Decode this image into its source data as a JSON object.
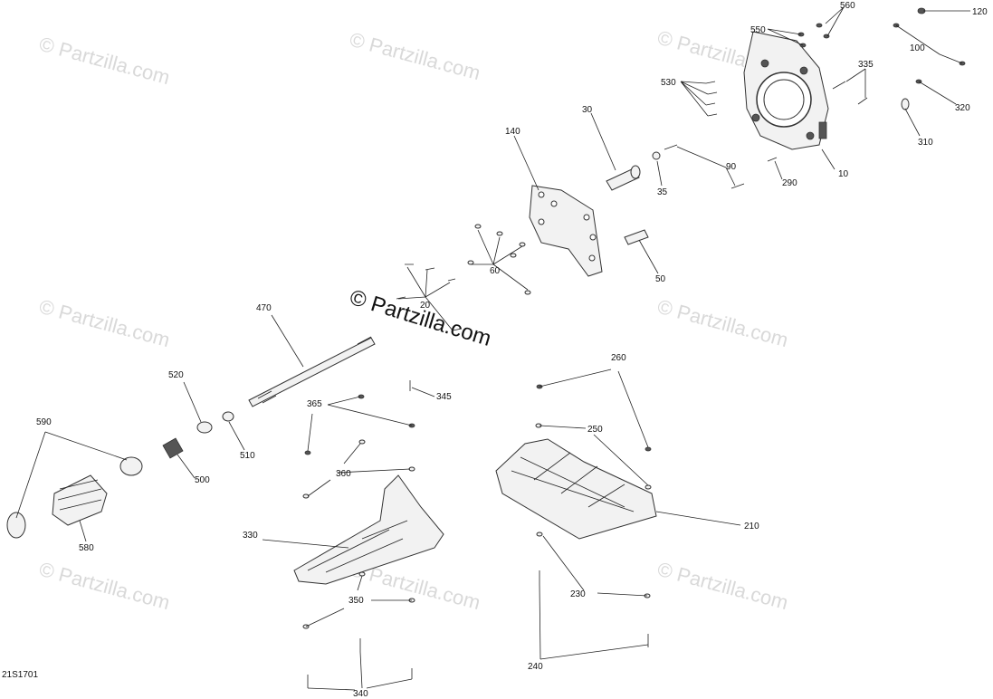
{
  "watermark_text": "© Partzilla.com",
  "main_watermark": "© Partzilla.com",
  "diagram_ref": "21S1701",
  "callouts": [
    "560",
    "550",
    "120",
    "100",
    "335",
    "530",
    "320",
    "310",
    "30",
    "140",
    "90",
    "10",
    "290",
    "35",
    "60",
    "50",
    "20",
    "470",
    "345",
    "365",
    "520",
    "510",
    "590",
    "500",
    "360",
    "260",
    "250",
    "580",
    "330",
    "210",
    "350",
    "230",
    "240",
    "340"
  ]
}
